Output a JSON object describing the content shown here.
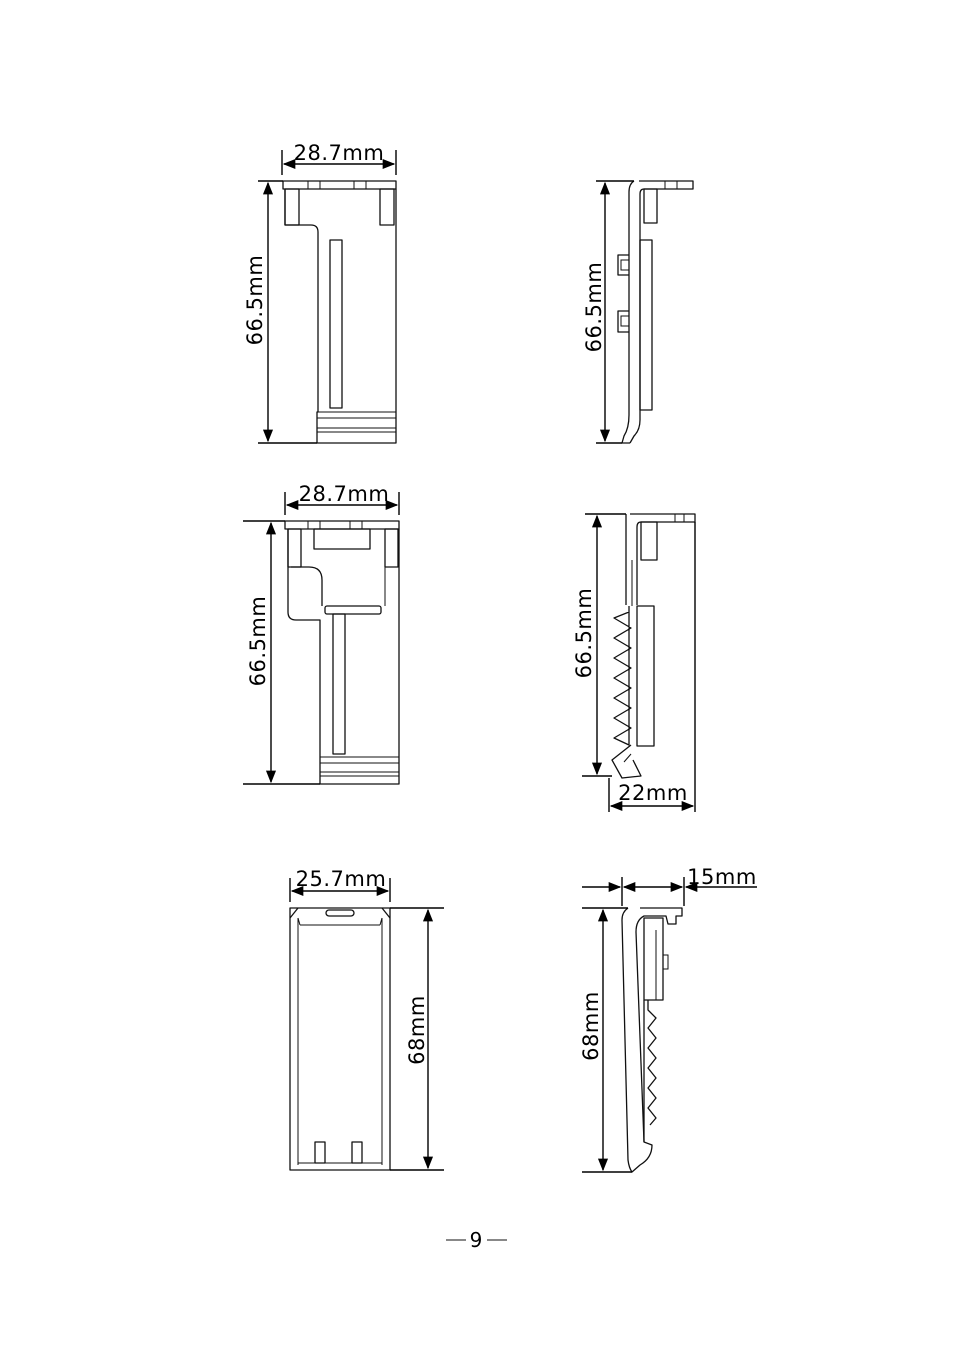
{
  "page_number": "9",
  "views": [
    {
      "id": "view-1-front",
      "width_label": "28.7mm",
      "height_label": "66.5mm"
    },
    {
      "id": "view-1-side",
      "height_label": "66.5mm"
    },
    {
      "id": "view-2-front",
      "width_label": "28.7mm",
      "height_label": "66.5mm"
    },
    {
      "id": "view-2-side",
      "height_label": "66.5mm",
      "depth_label": "22mm"
    },
    {
      "id": "view-3-front",
      "width_label": "25.7mm",
      "height_label": "68mm"
    },
    {
      "id": "view-3-side",
      "height_label": "68mm",
      "depth_label": "15mm"
    }
  ]
}
